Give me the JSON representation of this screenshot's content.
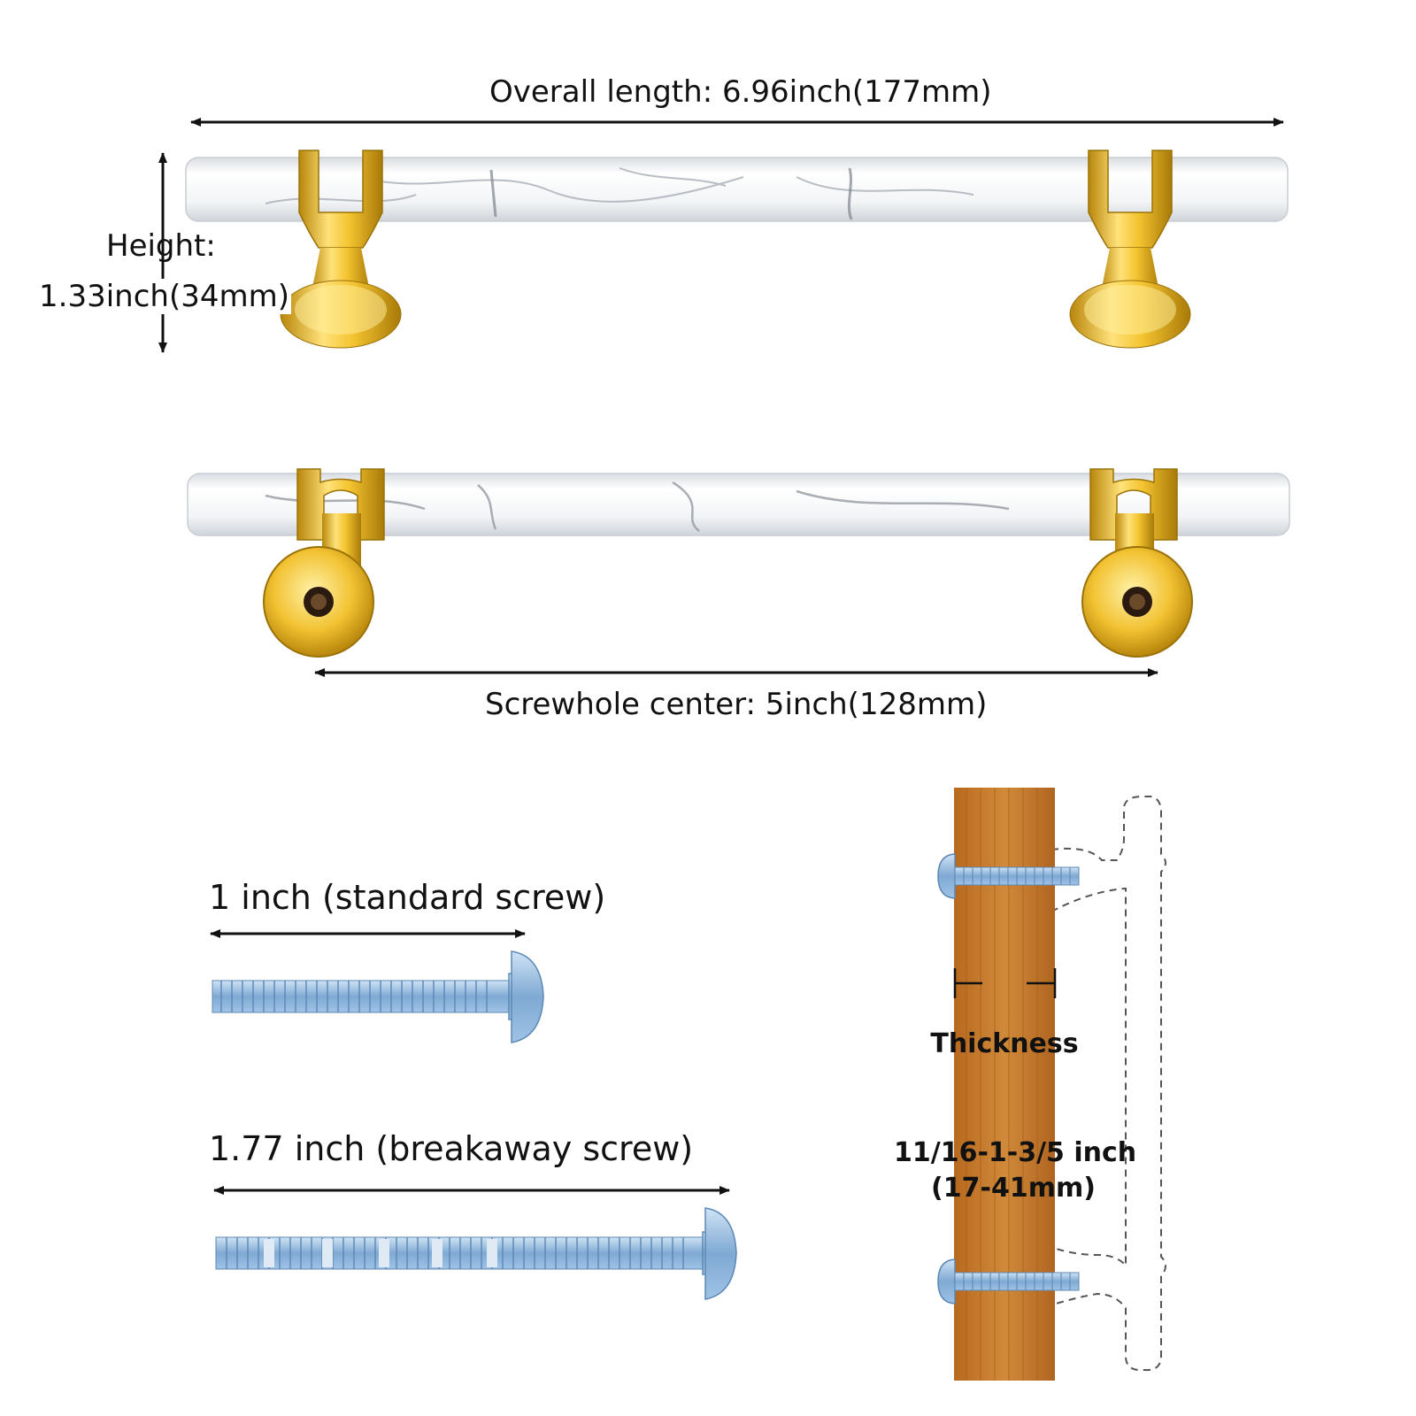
{
  "dimensions": {
    "overall_length": "Overall length: 6.96inch(177mm)",
    "height_label": "Height:",
    "height_value": "1.33inch(34mm)",
    "screwhole_center": "Screwhole center: 5inch(128mm)"
  },
  "screws": {
    "standard": "1 inch (standard screw)",
    "breakaway": "1.77 inch (breakaway screw)"
  },
  "installation": {
    "thickness_label": "Thickness",
    "thickness_range_inch": "11/16-1-3/5 inch",
    "thickness_range_mm": "(17-41mm)"
  },
  "colors": {
    "gold": "#e6b81f",
    "marble": "#eef0f2",
    "wood": "#c57a2c",
    "screw": "#8fb8dd"
  }
}
